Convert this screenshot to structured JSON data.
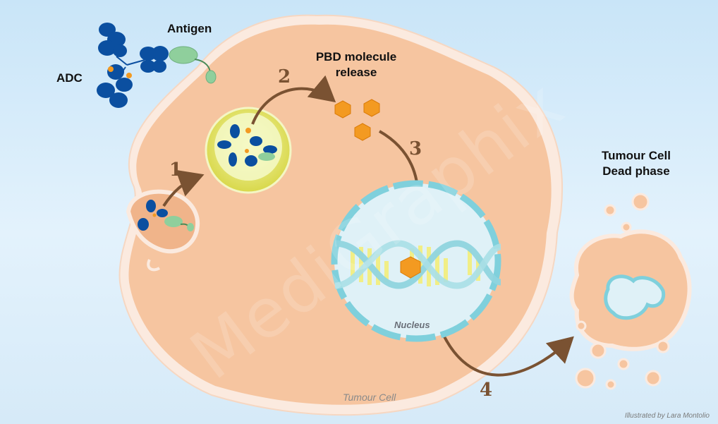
{
  "labels": {
    "antigen": "Antigen",
    "adc": "ADC",
    "pbd_line1": "PBD molecule",
    "pbd_line2": "release",
    "dead_line1": "Tumour Cell",
    "dead_line2": "Dead phase",
    "nucleus": "Nucleus",
    "tumour_cell": "Tumour Cell"
  },
  "steps": [
    "1",
    "2",
    "3",
    "4"
  ],
  "watermark": "MediGraphix",
  "credit": "Illustrated by Lara Montolio",
  "colors": {
    "background": "#d7ecfa",
    "cell_fill": "#f6c5a0",
    "cell_membrane": "#fbe9dc",
    "antibody": "#0b4fa0",
    "antigen": "#8fcf9c",
    "payload": "#f39a21",
    "arrow": "#7a5232",
    "lysosome": "#e9ea7a",
    "nucleus_fill": "#dff1f7",
    "nucleus_envelope": "#7fd0dc",
    "dna": "#8fd4de"
  }
}
